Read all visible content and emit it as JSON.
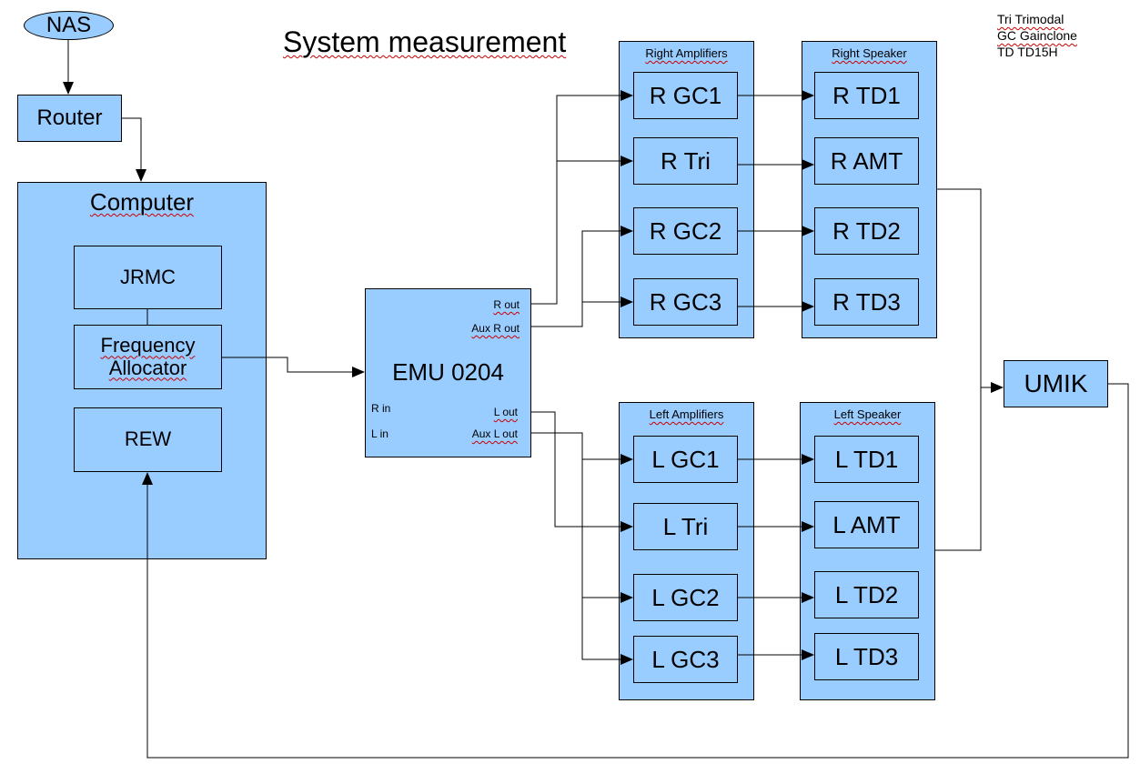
{
  "title": "System measurement",
  "legend": [
    "Tri Trimodal",
    "GC Gainclone",
    "TD TD15H"
  ],
  "nodes": {
    "nas": "NAS",
    "router": "Router",
    "computer": "Computer",
    "jrmc": "JRMC",
    "freq_line1": "Frequency",
    "freq_line2": "Allocator",
    "rew": "REW",
    "emu": "EMU 0204",
    "umik": "UMIK"
  },
  "emu_ports": {
    "r_out": "R out",
    "aux_r_out": "Aux R out",
    "r_in": "R in",
    "l_in": "L in",
    "l_out": "L out",
    "aux_l_out": "Aux L out"
  },
  "groups": {
    "right_amplifiers": {
      "title": "Right Amplifiers",
      "items": [
        "R GC1",
        "R Tri",
        "R GC2",
        "R GC3"
      ]
    },
    "right_speaker": {
      "title": "Right Speaker",
      "items": [
        "R TD1",
        "R AMT",
        "R TD2",
        "R TD3"
      ]
    },
    "left_amplifiers": {
      "title": "Left Amplifiers",
      "items": [
        "L GC1",
        "L Tri",
        "L GC2",
        "L GC3"
      ]
    },
    "left_speaker": {
      "title": "Left Speaker",
      "items": [
        "L TD1",
        "L AMT",
        "L TD2",
        "L TD3"
      ]
    }
  },
  "colors": {
    "box_fill": "#99ccff",
    "stroke": "#000000"
  }
}
